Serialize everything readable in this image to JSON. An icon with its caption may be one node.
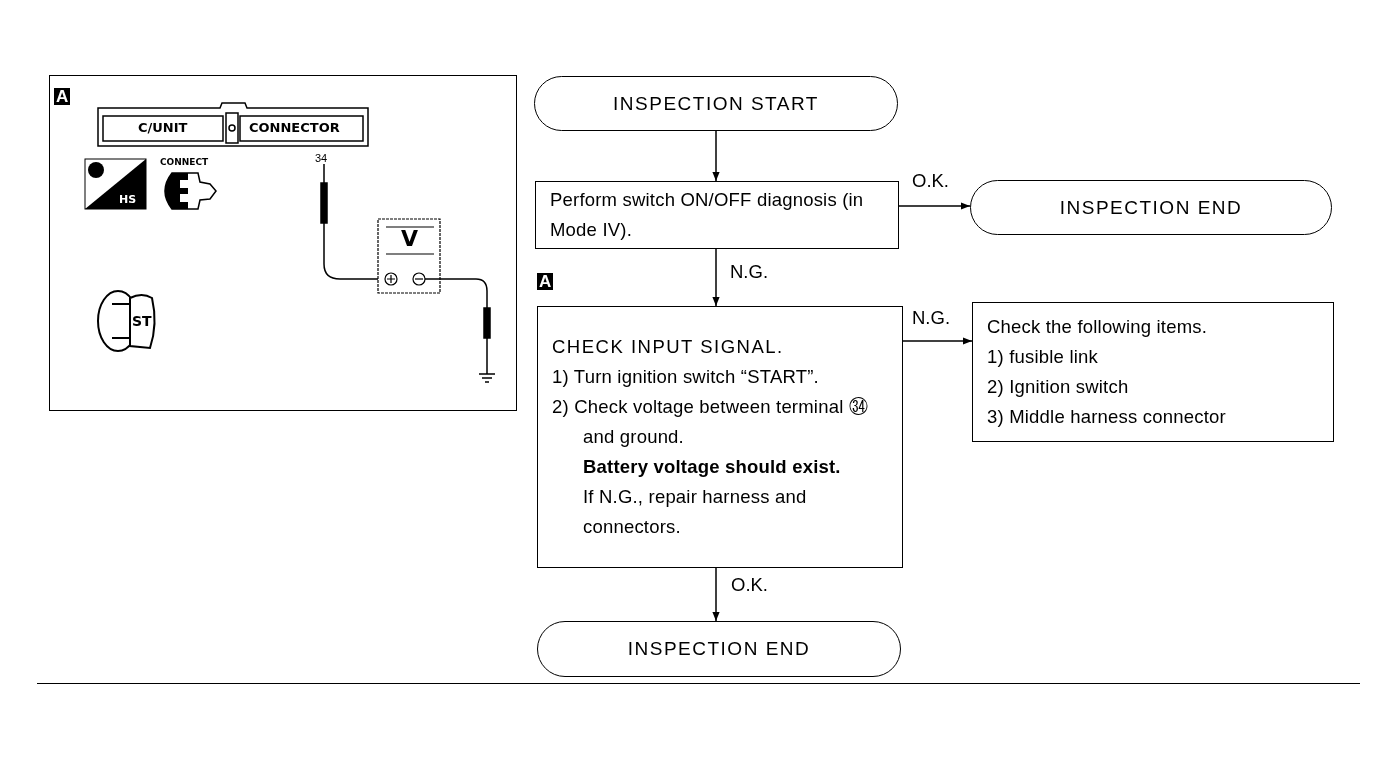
{
  "diagram": {
    "nodes": [
      {
        "text": [
          "INSPECTION START"
        ]
      },
      {
        "text": [
          "Perform switch ON/OFF diagnosis (in Mode IV)."
        ]
      },
      {
        "text": [
          "INSPECTION END"
        ]
      },
      {
        "text": [
          "CHECK INPUT SIGNAL.",
          "1) Turn ignition switch “START”.",
          "2) Check voltage between terminal ㉞ and ground.",
          "Battery voltage should exist.",
          "If N.G., repair harness and connectors."
        ]
      },
      {
        "text": [
          "Check the following items.",
          "1) fusible link",
          "2) Ignition switch",
          "3) Middle harness connector"
        ]
      },
      {
        "text": [
          "INSPECTION END"
        ]
      }
    ],
    "edges": [
      {
        "from": 0,
        "to": 1,
        "arrow": "to"
      },
      {
        "from": 1,
        "to": 2,
        "arrow": "to",
        "label": "O.K."
      },
      {
        "from": 1,
        "to": 3,
        "arrow": "to",
        "label": "N.G."
      },
      {
        "from": 3,
        "to": 4,
        "arrow": "to",
        "label": "N.G."
      },
      {
        "from": 3,
        "to": 5,
        "arrow": "to",
        "label": "O.K."
      }
    ],
    "labels": [
      "A",
      "C/UNIT",
      "CONNECTOR",
      "CONNECT",
      "HS",
      "34",
      "V",
      "ST",
      "A"
    ]
  }
}
